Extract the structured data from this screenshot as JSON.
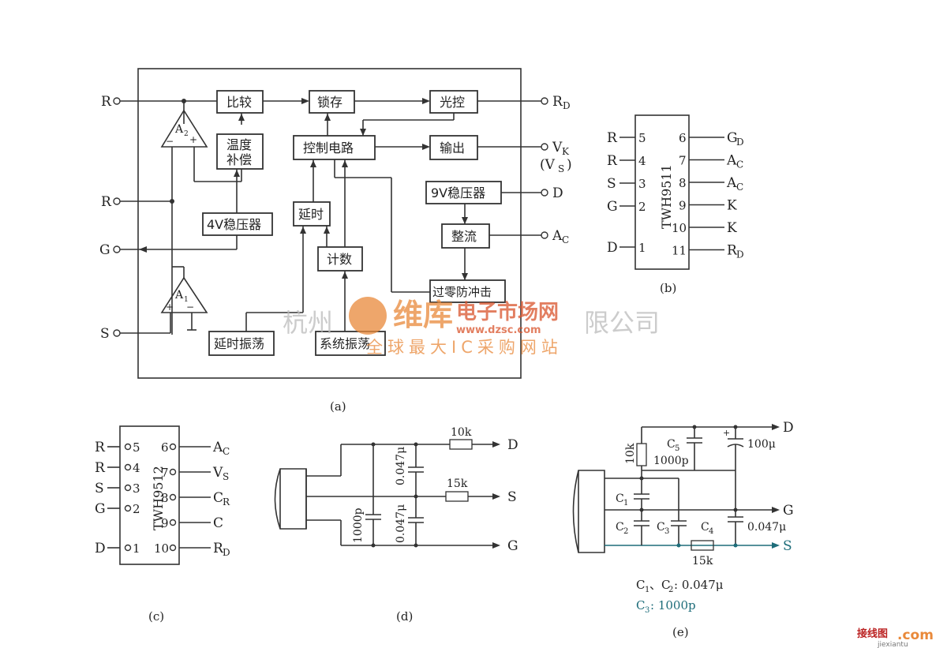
{
  "block_a": {
    "caption": "(a)",
    "inputs": {
      "r1": "R",
      "r2": "R",
      "g": "G",
      "s": "S"
    },
    "outputs": {
      "rd": "R",
      "rd_sub": "D",
      "vk": "V",
      "vk_sub": "K",
      "vs": "(V",
      "vs_sub": "S",
      "vs_close": ")",
      "d": "D",
      "ac": "A",
      "ac_sub": "C"
    },
    "amp_a2": "A",
    "amp_a2_sub": "2",
    "amp_a1": "A",
    "amp_a1_sub": "1",
    "blocks": {
      "compare": "比较",
      "temp_comp_1": "温度",
      "temp_comp_2": "补偿",
      "reg4v": "4V稳压器",
      "latch": "锁存",
      "control": "控制电路",
      "delay": "延时",
      "count": "计数",
      "delay_osc": "延时振荡",
      "sys_osc": "系统振荡",
      "light_ctrl": "光控",
      "output": "输出",
      "reg9v": "9V稳压器",
      "rectify": "整流",
      "zero_cross": "过零防冲击"
    }
  },
  "chip_b": {
    "caption": "(b)",
    "part": "TWH9511",
    "left_pins": [
      {
        "label": "R",
        "num": "5"
      },
      {
        "label": "R",
        "num": "4"
      },
      {
        "label": "S",
        "num": "3"
      },
      {
        "label": "G",
        "num": "2"
      },
      {
        "label": "D",
        "num": "1"
      }
    ],
    "right_pins": [
      {
        "num": "6",
        "label": "G",
        "sub": "D"
      },
      {
        "num": "7",
        "label": "A",
        "sub": "C"
      },
      {
        "num": "8",
        "label": "A",
        "sub": "C"
      },
      {
        "num": "9",
        "label": "K",
        "sub": ""
      },
      {
        "num": "10",
        "label": "K",
        "sub": ""
      },
      {
        "num": "11",
        "label": "R",
        "sub": "D"
      }
    ]
  },
  "chip_c": {
    "caption": "(c)",
    "part": "TWH9512",
    "left_pins": [
      {
        "label": "R",
        "num": "5"
      },
      {
        "label": "R",
        "num": "4"
      },
      {
        "label": "S",
        "num": "3"
      },
      {
        "label": "G",
        "num": "2"
      },
      {
        "label": "D",
        "num": "1"
      }
    ],
    "right_pins": [
      {
        "num": "6",
        "label": "A",
        "sub": "C"
      },
      {
        "num": "7",
        "label": "V",
        "sub": "S"
      },
      {
        "num": "8",
        "label": "C",
        "sub": "R"
      },
      {
        "num": "9",
        "label": "C",
        "sub": ""
      },
      {
        "num": "10",
        "label": "R",
        "sub": "D"
      }
    ]
  },
  "circuit_d": {
    "caption": "(d)",
    "r_top": "10k",
    "r_mid": "15k",
    "c_top": "0.047μ",
    "c_bot": "0.047μ",
    "c_left": "1000p",
    "out_d": "D",
    "out_s": "S",
    "out_g": "G"
  },
  "circuit_e": {
    "caption": "(e)",
    "r_top": "10k",
    "c5": "C",
    "c5_sub": "5",
    "c5_val": "1000p",
    "c_100u": "100μ",
    "plus": "+",
    "c1": "C",
    "c1_sub": "1",
    "c2": "C",
    "c2_sub": "2",
    "c3": "C",
    "c3_sub": "3",
    "c4": "C",
    "c4_sub": "4",
    "c4_val": "0.047μ",
    "r_bot": "15k",
    "out_d": "D",
    "out_g": "G",
    "out_s": "S",
    "note1": "C",
    "note1_sub1": "1",
    "note1_mid": "、C",
    "note1_sub2": "2",
    "note1_val": ": 0.047μ",
    "note2": "C",
    "note2_sub": "3",
    "note2_val": ": 1000p"
  },
  "watermark": {
    "left": "杭州",
    "logo": "维库",
    "brand": "电子市场网",
    "url": "www.dzsc.com",
    "right": "限公司",
    "slogan": "全球最大IC采购网站",
    "corner": "接线图",
    "corner_dom": ".com",
    "corner_url": "jiexiantu"
  },
  "colors": {
    "ink": "#333333",
    "wm_orange": "#e9893a",
    "wm_red": "#d9542c",
    "teal": "#1e6d7a"
  }
}
